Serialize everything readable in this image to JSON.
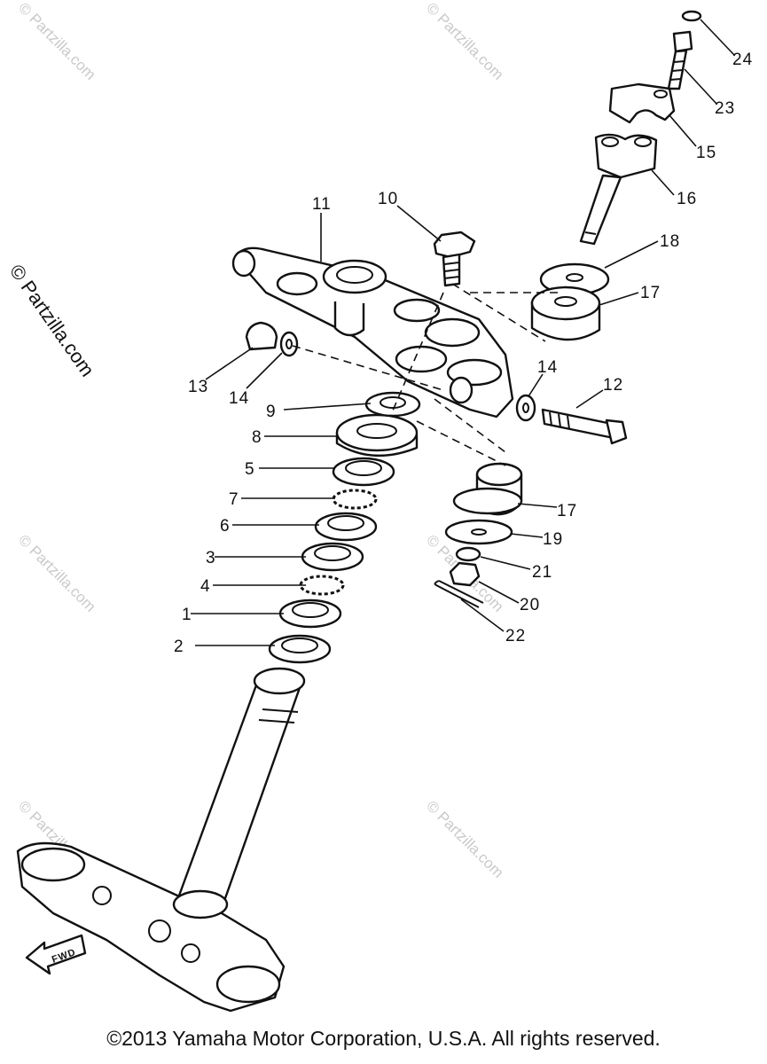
{
  "watermark": "© Partzilla.com",
  "side_watermark": "© Partzilla.com",
  "fwd_label": "FWD",
  "copyright": "©2013 Yamaha Motor Corporation, U.S.A. All rights reserved.",
  "callouts": [
    "1",
    "2",
    "3",
    "4",
    "5",
    "6",
    "7",
    "8",
    "9",
    "10",
    "11",
    "12",
    "13",
    "14",
    "14",
    "15",
    "16",
    "17",
    "17",
    "18",
    "19",
    "20",
    "21",
    "22",
    "23",
    "24"
  ]
}
